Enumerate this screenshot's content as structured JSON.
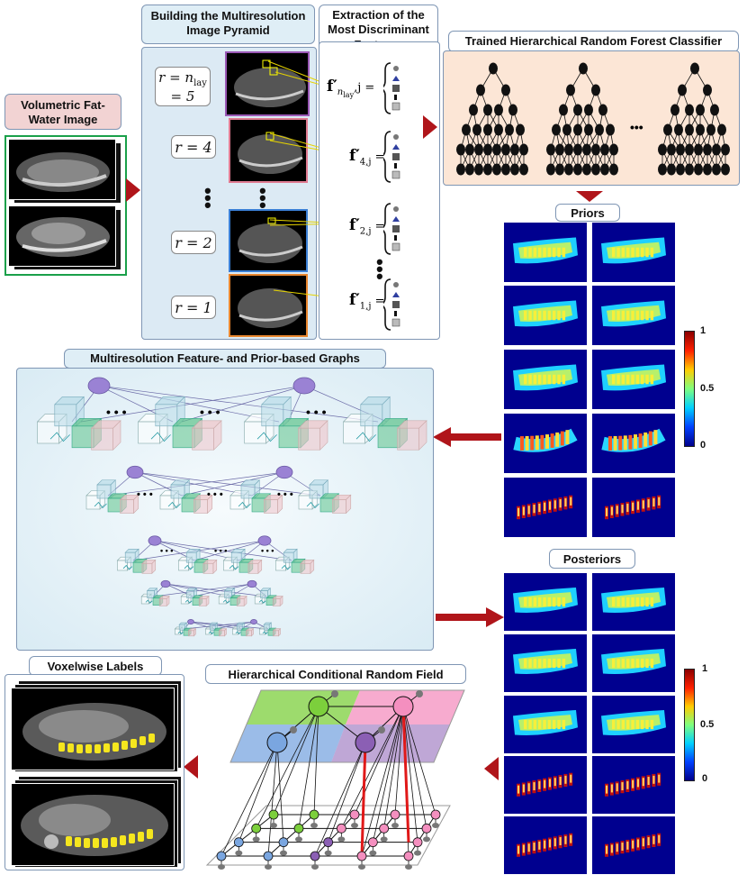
{
  "titles": {
    "volumetric": "Volumetric Fat-Water Image",
    "pyramid": "Building the Multiresolution Image Pyramid",
    "extraction": "Extraction of the Most Discriminant Features",
    "classifier": "Trained Hierarchical Random Forest Classifier",
    "priors": "Priors",
    "graphs": "Multiresolution Feature- and Prior-based Graphs",
    "posteriors": "Posteriors",
    "voxelwise": "Voxelwise Labels",
    "crf": "Hierarchical Conditional Random Field"
  },
  "pyramid_levels": [
    {
      "label": "r = n",
      "sub": "lay",
      "extra": "= 5",
      "frame_color": "#9b59b6"
    },
    {
      "label": "r = 4",
      "frame_color": "#e07b91"
    },
    {
      "label": "r = 2",
      "frame_color": "#3a7fd5"
    },
    {
      "label": "r = 1",
      "frame_color": "#e8862e"
    }
  ],
  "features": [
    {
      "main": "f′",
      "sub": "n",
      "subsub": "lay",
      "tail": ",j ="
    },
    {
      "main": "f′",
      "sub": "4,j",
      "tail": " ="
    },
    {
      "main": "f′",
      "sub": "2,j",
      "tail": " ="
    },
    {
      "main": "f′",
      "sub": "1,j",
      "tail": " ="
    }
  ],
  "forest_ellipsis": "•••",
  "colorbar_ticks": [
    "1",
    "0.5",
    "0"
  ],
  "colors": {
    "arrow": "#b0151a",
    "panel_blue": "#e4f1f8",
    "title_pink": "#f2d3d3",
    "title_peach": "#fce6d6",
    "crf_green": "#7ccf3c",
    "crf_pink": "#f48fbf",
    "crf_blue": "#7aa6e0",
    "crf_purple": "#8b5fb4"
  }
}
